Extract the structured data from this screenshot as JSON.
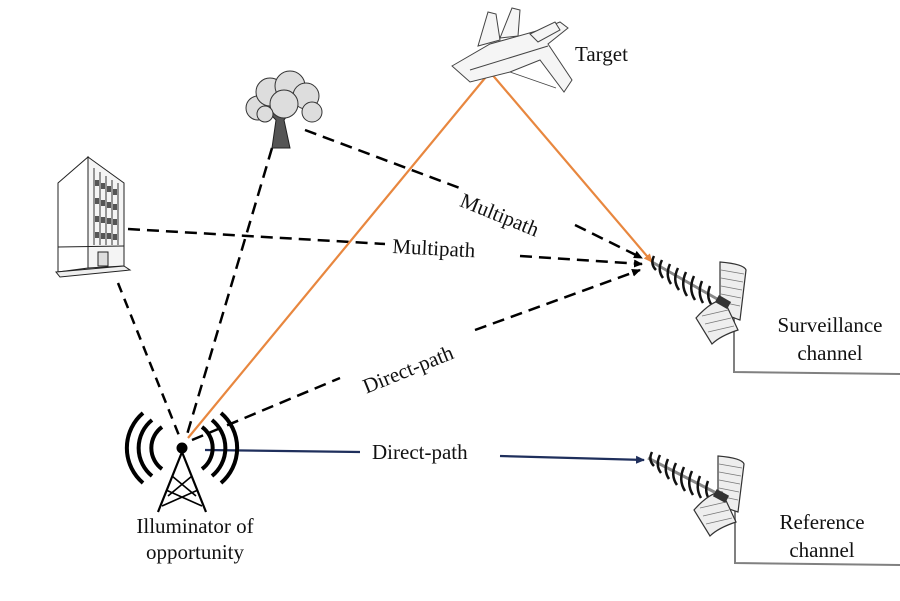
{
  "diagram": {
    "title": "Passive radar geometry",
    "nodes": {
      "target": {
        "label": "Target",
        "icon": "fighter-jet-icon"
      },
      "tree": {
        "icon": "tree-icon"
      },
      "building": {
        "icon": "building-icon"
      },
      "illuminator": {
        "label_line1": "Illuminator of",
        "label_line2": "opportunity",
        "icon": "radio-tower-icon"
      },
      "surveillance": {
        "label_line1": "Surveillance",
        "label_line2": "channel",
        "icon": "antenna-icon"
      },
      "reference": {
        "label_line1": "Reference",
        "label_line2": "channel",
        "icon": "antenna-icon"
      }
    },
    "paths": {
      "multipath_tree": "Multipath",
      "multipath_building": "Multipath",
      "direct_surveillance": "Direct-path",
      "direct_reference": "Direct-path"
    },
    "colors": {
      "target_path": "#e8873f",
      "reference_path": "#1f2f5c",
      "dashed_path": "#000000",
      "channel_line": "#808080"
    }
  }
}
